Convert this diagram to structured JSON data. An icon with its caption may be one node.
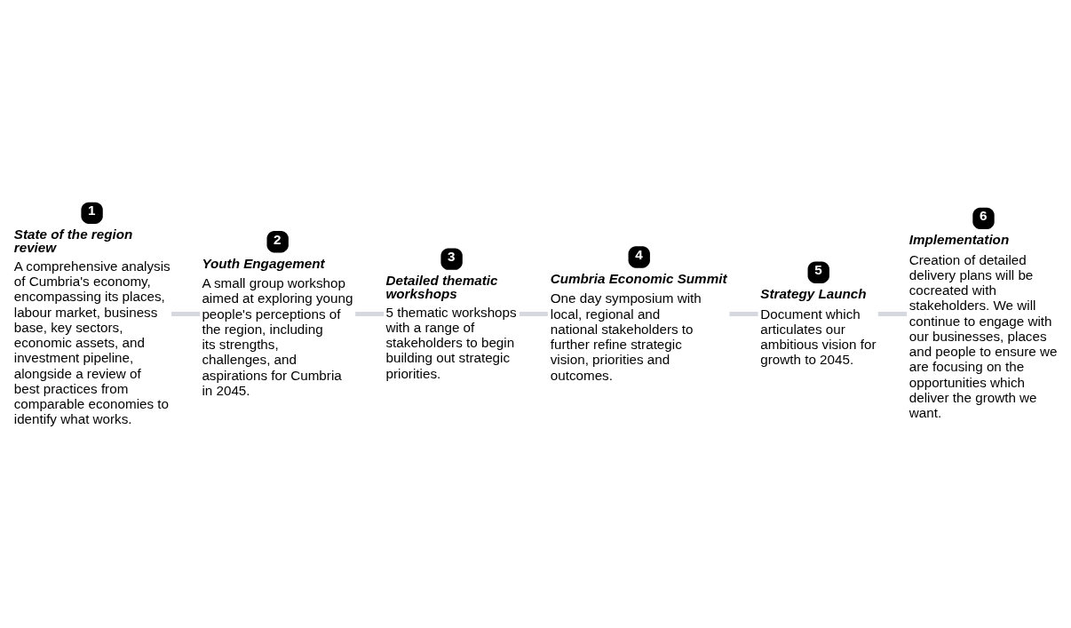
{
  "diagram": {
    "nodes": [
      {
        "text": [
          "1",
          "State of the region review",
          "A comprehensive analysis of Cumbria's economy, encompassing its places, labour market, business base, key sectors, economic assets, and investment pipeline, alongside a review of best practices from comparable economies to identify what works."
        ]
      },
      {
        "text": [
          "2",
          "Youth Engagement",
          "A small group workshop aimed at exploring young people's perceptions of the region, including its strengths, challenges, and aspirations for Cumbria in 2045."
        ]
      },
      {
        "text": [
          "3",
          "Detailed thematic workshops",
          "5 thematic workshops with a range of stakeholders to begin building out strategic priorities."
        ]
      },
      {
        "text": [
          "4",
          "Cumbria Economic Summit",
          "One day symposium with local, regional and national stakeholders to further refine strategic vision, priorities and outcomes."
        ]
      },
      {
        "text": [
          "5",
          "Strategy Launch",
          "Document which articulates our ambitious vision for growth to 2045."
        ]
      },
      {
        "text": [
          "6",
          "Implementation",
          "Creation of detailed delivery plans will be cocreated with stakeholders. We will continue to engage with our businesses, places and people to ensure we are focusing on the opportunities which deliver the growth we want."
        ]
      }
    ],
    "edges": [
      {
        "from": 0,
        "to": 1,
        "arrow": "none"
      },
      {
        "from": 1,
        "to": 2,
        "arrow": "none"
      },
      {
        "from": 2,
        "to": 3,
        "arrow": "none"
      },
      {
        "from": 3,
        "to": 4,
        "arrow": "none"
      },
      {
        "from": 4,
        "to": 5,
        "arrow": "none"
      }
    ]
  }
}
